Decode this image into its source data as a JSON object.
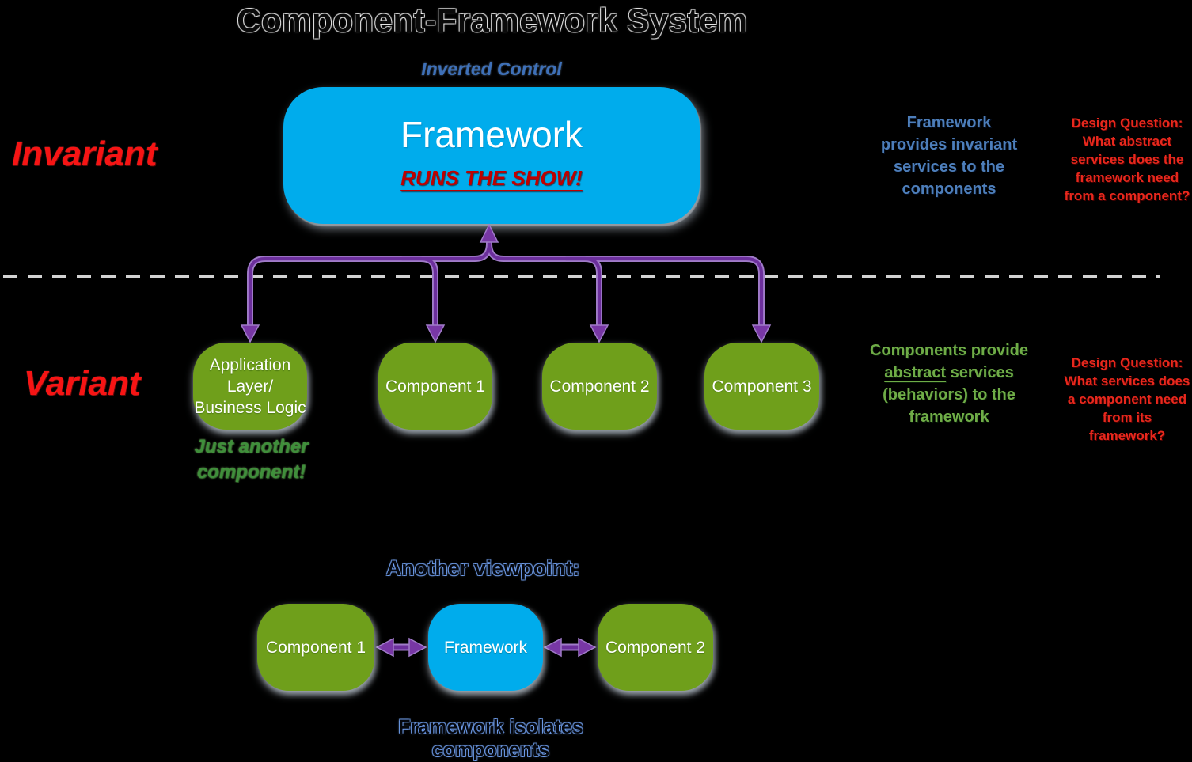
{
  "title": "Component-Framework System",
  "invariant": {
    "section_label": "Invariant",
    "control_label": "Inverted Control",
    "framework_box": {
      "name": "Framework",
      "tagline": "RUNS THE SHOW!"
    },
    "note_blue": "Framework\nprovides invariant\nservices to the\ncomponents",
    "design_question": "Design Question:\nWhat abstract\nservices does the\nframework need\nfrom a component?"
  },
  "variant": {
    "section_label": "Variant",
    "boxes": [
      {
        "label": "Application\nLayer/\nBusiness Logic"
      },
      {
        "label": "Component 1"
      },
      {
        "label": "Component 2"
      },
      {
        "label": "Component 3"
      }
    ],
    "annotation": "Just another\ncomponent!",
    "note_green": {
      "line1": "Components provide",
      "underlined": "abstract",
      "line2_rest": " services",
      "line3": "(behaviors) to the",
      "line4": "framework"
    },
    "design_question": "Design Question:\nWhat services does\na component need\nfrom its framework?"
  },
  "viewpoint": {
    "heading": "Another viewpoint:",
    "boxes": [
      {
        "label": "Component 1",
        "type": "component"
      },
      {
        "label": "Framework",
        "type": "framework"
      },
      {
        "label": "Component 2",
        "type": "component"
      }
    ],
    "caption": "Framework isolates components"
  },
  "colors": {
    "framework_blue": "#00ACEC",
    "component_green": "#6F9F1B",
    "arrow_purple": "#7030A0",
    "section_label_red": "#F71414",
    "tagline_red": "#BF0000",
    "note_blue": "#4D7EBA",
    "note_green": "#6FAC47",
    "design_question_red": "#E8281D"
  }
}
